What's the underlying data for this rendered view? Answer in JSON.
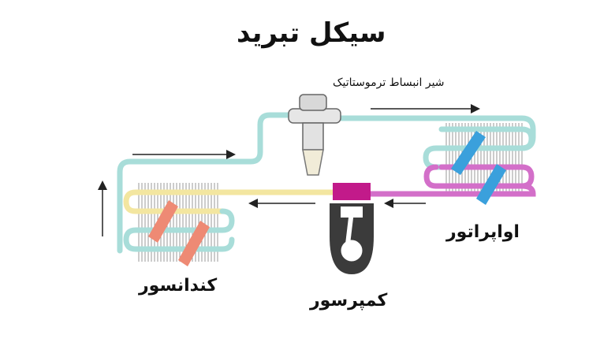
{
  "title": "سیکل تبرید",
  "labels": {
    "valve": "شیر انبساط ترموستاتیک",
    "evaporator": "اواپراتور",
    "condenser": "کندانسور",
    "compressor": "کمپرسور"
  },
  "colors": {
    "liquid_line": "#a8ddd9",
    "hot_gas_line": "#f3e6a0",
    "suction_line": "#d36fc9",
    "evaporator_fan_arrow": "#3aa0dc",
    "condenser_fan_arrow": "#ee8a74",
    "compressor_body": "#3b3b3b",
    "compressor_head": "#c21a8a",
    "fins": "#9a9a9a",
    "flow_arrow": "#222222"
  },
  "icons": {
    "valve": "expansion-valve-icon",
    "compressor": "piston-compressor-icon",
    "fan_arrow": "airflow-arrow-icon"
  }
}
